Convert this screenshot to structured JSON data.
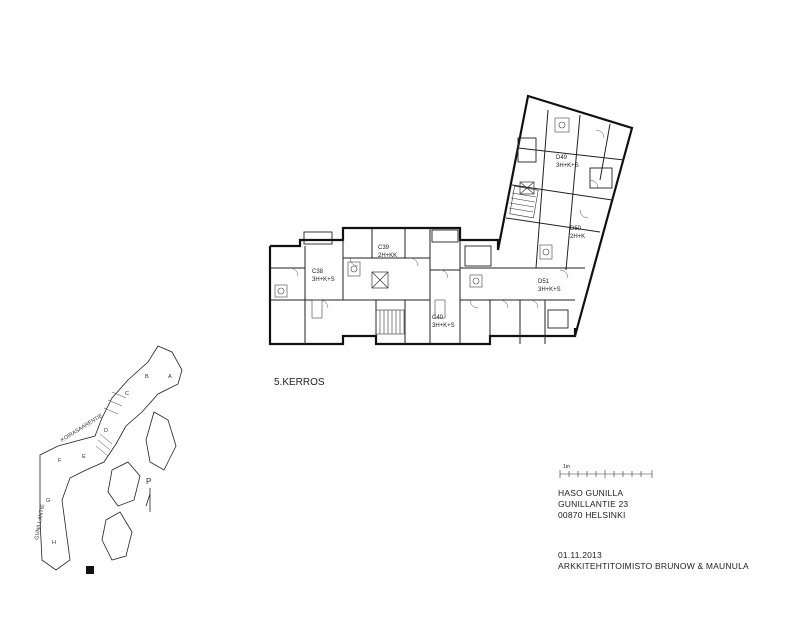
{
  "plan": {
    "floor_title": "5.KERROS",
    "units": [
      {
        "code": "C38",
        "type": "3H+K+S"
      },
      {
        "code": "C39",
        "type": "2H+KK"
      },
      {
        "code": "C40",
        "type": "3H+K+S"
      },
      {
        "code": "D49",
        "type": "3H+K+S"
      },
      {
        "code": "D50",
        "type": "2H+K"
      },
      {
        "code": "D51",
        "type": "3H+K+S"
      }
    ]
  },
  "scale": {
    "label": "1m"
  },
  "project": {
    "name": "HASO GUNILLA",
    "street": "GUNILLANTIE 23",
    "postal": "00870 HELSINKI",
    "date": "01.11.2013",
    "architect": "ARKKITEHTITOIMISTO BRUNOW & MAUNULA"
  },
  "site_plan": {
    "street_1": "KOIRASAARENTIE",
    "street_2": "GUNILLANTIE",
    "north": "P",
    "buildings": [
      "A",
      "B",
      "C",
      "D",
      "E",
      "F",
      "G",
      "H"
    ]
  }
}
